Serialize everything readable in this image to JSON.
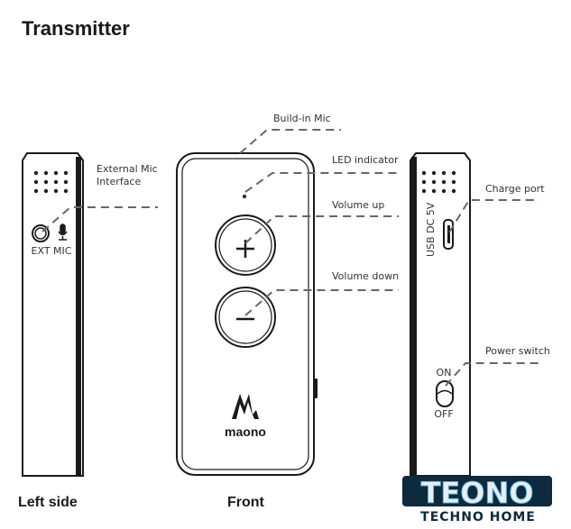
{
  "title": "Transmitter",
  "views": {
    "left": "Left side",
    "front": "Front"
  },
  "callouts": {
    "build_in_mic": "Build-in Mic",
    "led_indicator": "LED indicator",
    "volume_up": "Volume up",
    "volume_down": "Volume down",
    "external_mic_line1": "External Mic",
    "external_mic_line2": "Interface",
    "charge_port": "Charge port",
    "power_switch": "Power switch"
  },
  "device_labels": {
    "ext_mic": "EXT MIC",
    "usb": "USB DC 5V",
    "on": "ON",
    "off": "OFF",
    "brand": "maono"
  },
  "watermark": {
    "main": "TEONO",
    "sub": "TECHNO HOME"
  },
  "colors": {
    "line": "#1a1a1a",
    "dash": "#666666",
    "logo_dark": "#0d2a3e",
    "logo_blue": "#5fb4dc"
  }
}
